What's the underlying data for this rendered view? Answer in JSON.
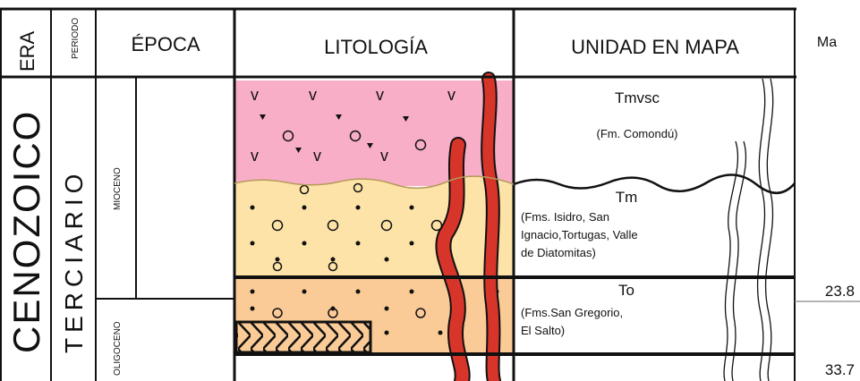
{
  "headers": {
    "era": "ERA",
    "periodo": "PERIODO",
    "epoca": "ÉPOCA",
    "litologia": "LITOLOGÍA",
    "unidad": "UNIDAD EN MAPA",
    "ma": "Ma"
  },
  "era": "CENOZOICO",
  "periodo": "TERCIARIO",
  "epocas": {
    "mioceno": "MIOCENO",
    "oligoceno": "OLIGOCENO"
  },
  "units": {
    "tmvsc": {
      "code": "Tmvsc",
      "desc": "(Fm. Comondú)"
    },
    "tm": {
      "code": "Tm",
      "desc": [
        "(Fms. Isidro, San",
        "Ignacio,Tortugas, Valle",
        "de Diatomitas)"
      ]
    },
    "to": {
      "code": "To",
      "desc": [
        "(Fms.San Gregorio,",
        "El Salto)"
      ]
    }
  },
  "ages": {
    "a1": "23.8",
    "a2": "33.7"
  },
  "colors": {
    "volcanic_pink": "#f9aec8",
    "sandstone_yellow": "#fde3a7",
    "orange_layer": "#fbcb97",
    "dike_red": "#d8352a",
    "line": "#111111"
  }
}
